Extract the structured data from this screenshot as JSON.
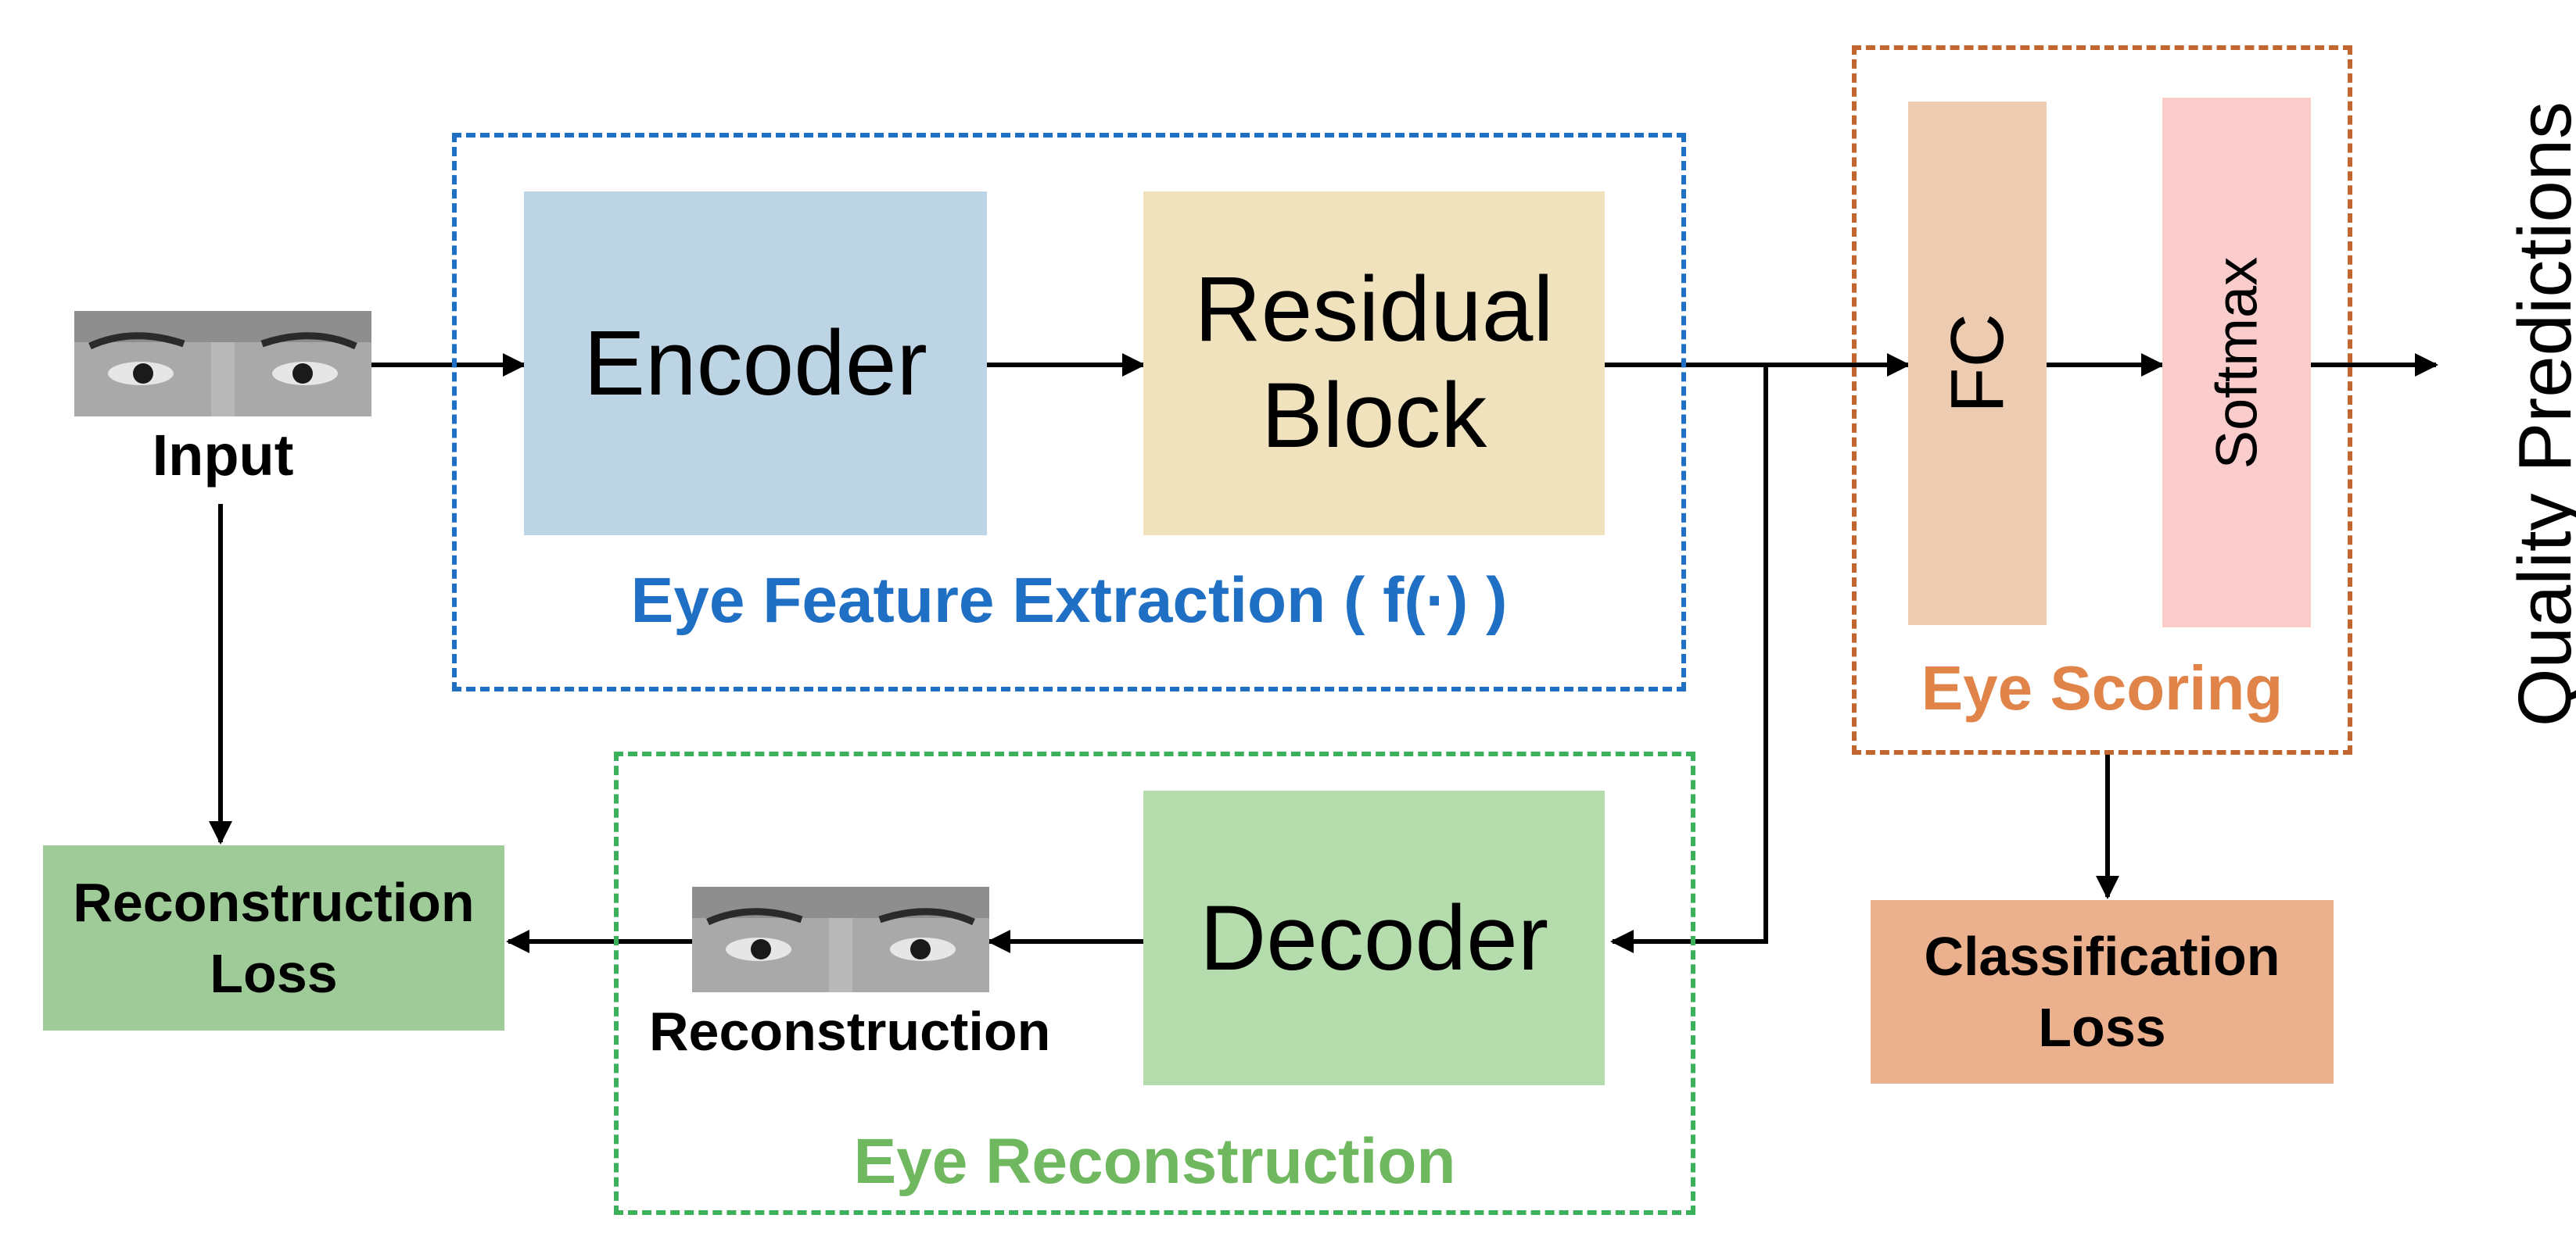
{
  "input": {
    "label": "Input"
  },
  "feature_extraction": {
    "title": "Eye Feature Extraction ( f(·) )",
    "encoder": "Encoder",
    "residual_line1": "Residual",
    "residual_line2": "Block",
    "color": "#1f6fc4"
  },
  "reconstruction_group": {
    "title": "Eye Reconstruction",
    "decoder": "Decoder",
    "image_label": "Reconstruction",
    "color": "#70b860"
  },
  "scoring": {
    "title": "Eye Scoring",
    "fc": "FC",
    "softmax": "Softmax",
    "color": "#e0844a"
  },
  "losses": {
    "reconstruction_line1": "Reconstruction",
    "reconstruction_line2": "Loss",
    "classification_line1": "Classification",
    "classification_line2": "Loss"
  },
  "output": {
    "label": "Quality Predictions"
  }
}
